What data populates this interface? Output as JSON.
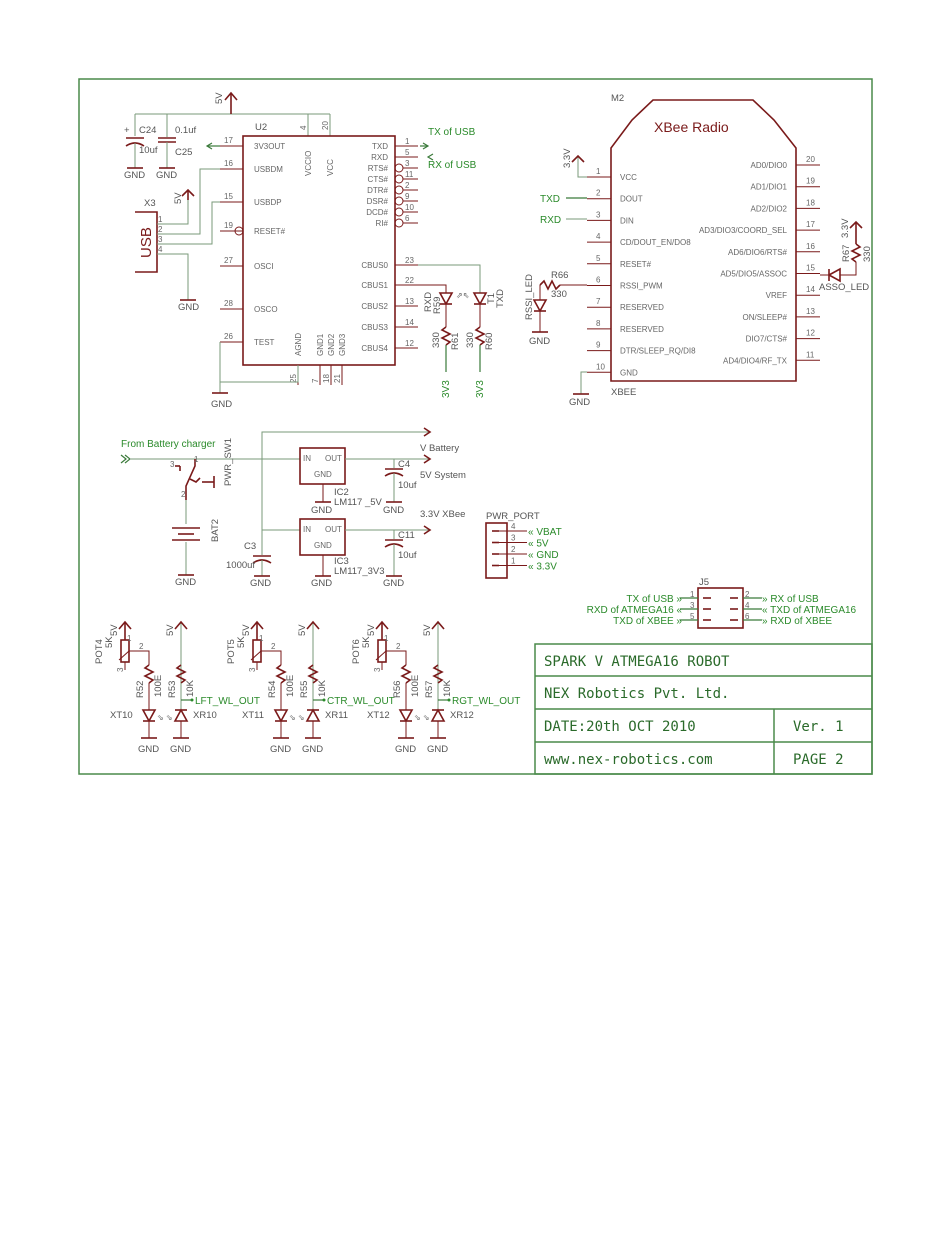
{
  "title_block": {
    "project": "SPARK V ATMEGA16 ROBOT",
    "company": "NEX Robotics Pvt. Ltd.",
    "date": "DATE:20th OCT 2010",
    "version": "Ver. 1",
    "website": "www.nex-robotics.com",
    "page": "PAGE 2"
  },
  "power_labels": {
    "v5": "5V",
    "v33": "3.3V",
    "gnd": "GND",
    "v3v3": "3V3"
  },
  "caps": {
    "c24": {
      "name": "C24",
      "value": "10uf"
    },
    "c25": {
      "name": "C25",
      "value": "0.1uf"
    },
    "c4": {
      "name": "C4",
      "value": "10uf"
    },
    "c11": {
      "name": "C11",
      "value": "10uf"
    },
    "c3": {
      "name": "C3",
      "value": "1000uf"
    }
  },
  "usb_conn": {
    "name": "X3",
    "label": "USB",
    "pins": [
      "1",
      "2",
      "3",
      "4"
    ]
  },
  "u2": {
    "name": "U2",
    "left_pins": [
      {
        "num": "17",
        "name": "3V3OUT"
      },
      {
        "num": "16",
        "name": "USBDM"
      },
      {
        "num": "15",
        "name": "USBDP"
      },
      {
        "num": "19",
        "name": "RESET#"
      },
      {
        "num": "27",
        "name": "OSCI"
      },
      {
        "num": "28",
        "name": "OSCO"
      },
      {
        "num": "26",
        "name": "TEST"
      }
    ],
    "top_pins": [
      {
        "num": "4",
        "name": "VCCIO"
      },
      {
        "num": "20",
        "name": "VCC"
      }
    ],
    "right_pins": [
      {
        "num": "1",
        "name": "TXD"
      },
      {
        "num": "5",
        "name": "RXD"
      },
      {
        "num": "3",
        "name": "RTS#"
      },
      {
        "num": "11",
        "name": "CTS#"
      },
      {
        "num": "2",
        "name": "DTR#"
      },
      {
        "num": "9",
        "name": "DSR#"
      },
      {
        "num": "10",
        "name": "DCD#"
      },
      {
        "num": "6",
        "name": "RI#"
      },
      {
        "num": "23",
        "name": "CBUS0"
      },
      {
        "num": "22",
        "name": "CBUS1"
      },
      {
        "num": "13",
        "name": "CBUS2"
      },
      {
        "num": "14",
        "name": "CBUS3"
      },
      {
        "num": "12",
        "name": "CBUS4"
      }
    ],
    "bottom_pins": [
      {
        "num": "25",
        "name": "AGND"
      },
      {
        "num": "7",
        "name": "GND1"
      },
      {
        "num": "18",
        "name": "GND2"
      },
      {
        "num": "21",
        "name": "GND3"
      }
    ],
    "tx_net": "TX of USB",
    "rx_net": "RX of USB"
  },
  "usb_leds": {
    "rxd_led": {
      "name": "R59",
      "label": "RXD"
    },
    "txd_led": {
      "name": "T1",
      "label": "TXD"
    },
    "r61": {
      "name": "R61",
      "value": "330"
    },
    "r60": {
      "name": "R60",
      "value": "330"
    }
  },
  "xbee": {
    "ref": "M2",
    "title": "XBee Radio",
    "package": "XBEE",
    "left_pins": [
      {
        "num": "1",
        "name": "VCC"
      },
      {
        "num": "2",
        "name": "DOUT"
      },
      {
        "num": "3",
        "name": "DIN"
      },
      {
        "num": "4",
        "name": "CD/DOUT_EN/DO8"
      },
      {
        "num": "5",
        "name": "RESET#"
      },
      {
        "num": "6",
        "name": "RSSI_PWM"
      },
      {
        "num": "7",
        "name": "RESERVED"
      },
      {
        "num": "8",
        "name": "RESERVED"
      },
      {
        "num": "9",
        "name": "DTR/SLEEP_RQ/DI8"
      },
      {
        "num": "10",
        "name": "GND"
      }
    ],
    "right_pins": [
      {
        "num": "20",
        "name": "AD0/DIO0"
      },
      {
        "num": "19",
        "name": "AD1/DIO1"
      },
      {
        "num": "18",
        "name": "AD2/DIO2"
      },
      {
        "num": "17",
        "name": "AD3/DIO3/COORD_SEL"
      },
      {
        "num": "16",
        "name": "AD6/DIO6/RTS#"
      },
      {
        "num": "15",
        "name": "AD5/DIO5/ASSOC"
      },
      {
        "num": "14",
        "name": "VREF"
      },
      {
        "num": "13",
        "name": "ON/SLEEP#"
      },
      {
        "num": "12",
        "name": "DIO7/CTS#"
      },
      {
        "num": "11",
        "name": "AD4/DIO4/RF_TX"
      }
    ],
    "txd_net": "TXD",
    "rxd_net": "RXD",
    "rssi_led": "RSSI_LED",
    "r66": {
      "name": "R66",
      "value": "330"
    },
    "asso_led": "ASSO_LED",
    "r67": {
      "name": "R67",
      "value": "330"
    }
  },
  "power": {
    "from_charger": "From Battery charger",
    "switch": "PWR_SW1",
    "switch_pins": [
      "3",
      "1",
      "2"
    ],
    "battery": "BAT2",
    "ic2": {
      "name": "IC2",
      "part": "LM117 _5V",
      "in": "IN",
      "out": "OUT",
      "gnd": "GND"
    },
    "ic3": {
      "name": "IC3",
      "part": "LM117_3V3",
      "in": "IN",
      "out": "OUT",
      "gnd": "GND"
    },
    "v_battery": "V Battery",
    "v5_system": "5V System",
    "v33_xbee": "3.3V XBee"
  },
  "pwr_port": {
    "name": "PWR_PORT",
    "pins": [
      {
        "num": "4",
        "net": "VBAT"
      },
      {
        "num": "3",
        "net": "5V"
      },
      {
        "num": "2",
        "net": "GND"
      },
      {
        "num": "1",
        "net": "3.3V"
      }
    ]
  },
  "j5": {
    "name": "J5",
    "left": [
      {
        "num": "1",
        "net": "TX of USB"
      },
      {
        "num": "3",
        "net": "RXD of ATMEGA16"
      },
      {
        "num": "5",
        "net": "TXD of XBEE"
      }
    ],
    "right": [
      {
        "num": "2",
        "net": "RX of USB"
      },
      {
        "num": "4",
        "net": "TXD of ATMEGA16"
      },
      {
        "num": "6",
        "net": "RXD of XBEE"
      }
    ]
  },
  "sensors": [
    {
      "pot": "POT4",
      "pot_val": "5K",
      "r1": "R52",
      "r1_val": "100E",
      "r2": "R53",
      "r2_val": "10K",
      "led": "XT10",
      "rx": "XR10",
      "out": "LFT_WL_OUT"
    },
    {
      "pot": "POT5",
      "pot_val": "5K",
      "r1": "R54",
      "r1_val": "100E",
      "r2": "R55",
      "r2_val": "10K",
      "led": "XT11",
      "rx": "XR11",
      "out": "CTR_WL_OUT"
    },
    {
      "pot": "POT6",
      "pot_val": "5K",
      "r1": "R56",
      "r1_val": "100E",
      "r2": "R57",
      "r2_val": "10K",
      "led": "XT12",
      "rx": "XR12",
      "out": "RGT_WL_OUT"
    }
  ],
  "pot_pins": [
    "1",
    "2",
    "3"
  ]
}
